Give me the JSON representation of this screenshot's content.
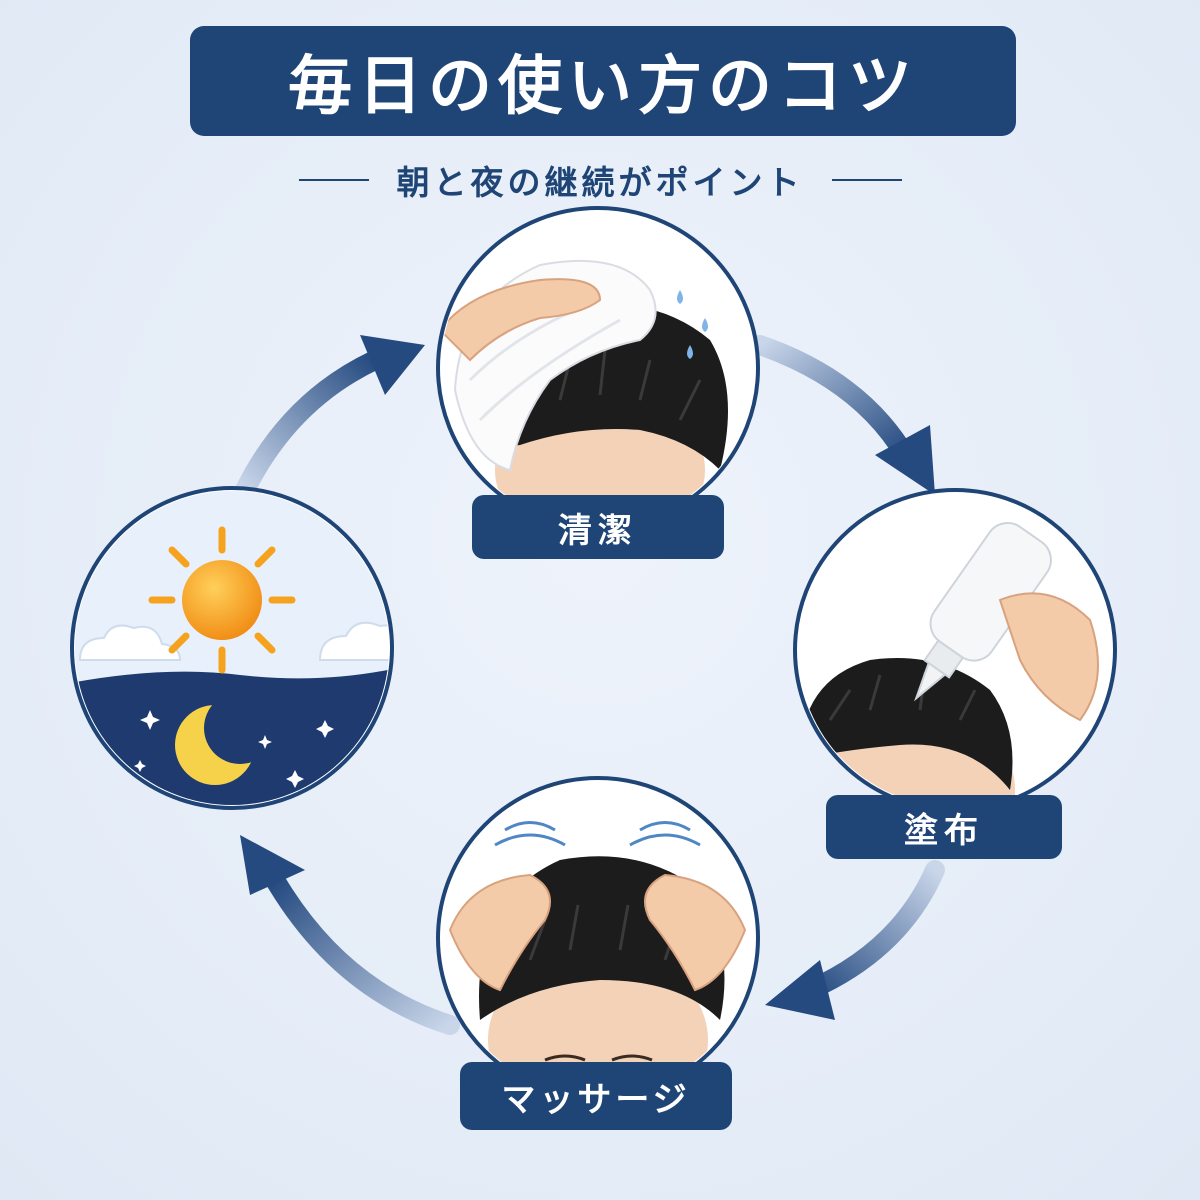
{
  "title": "毎日の使い方のコツ",
  "subtitle": "朝と夜の継続がポイント",
  "steps": [
    {
      "label": "清潔"
    },
    {
      "label": "塗布"
    },
    {
      "label": "マッサージ"
    }
  ],
  "colors": {
    "navy": "#1f4577",
    "background": "#e6eef8",
    "sun": "#f5a21e",
    "moon": "#f6d24a",
    "night_sky": "#1f3a6e"
  },
  "icons": [
    "towel-cleaning-icon",
    "dropper-bottle-icon",
    "scalp-massage-icon",
    "sun-icon",
    "moon-icon",
    "cycle-arrow-icon"
  ]
}
